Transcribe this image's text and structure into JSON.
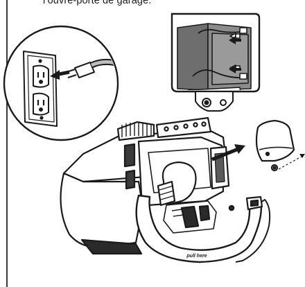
{
  "caption": "l’ouvre-porte de garage.",
  "illustration": {
    "logo_text": "pull here",
    "callouts": [
      "outlet-detail",
      "connector-detail"
    ]
  },
  "colors": {
    "line": "#1a1a1a",
    "fill_gray": "#6e6e6e",
    "fill_light": "#d9d9d9",
    "background": "#ffffff"
  }
}
